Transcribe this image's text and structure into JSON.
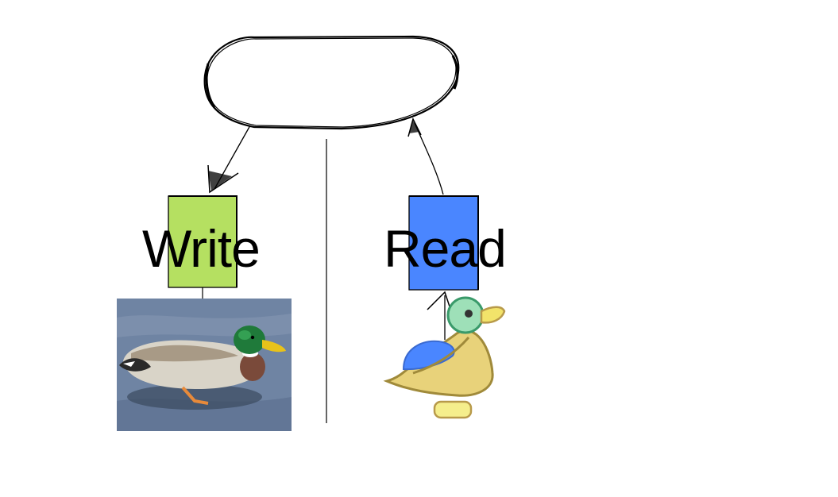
{
  "diagram": {
    "write_label": "Write",
    "read_label": "Read",
    "colors": {
      "write_box": "#b5e061",
      "read_box": "#4a86ff",
      "ink": "#000000",
      "water": "#6a7f9c",
      "cartoon_duck_body": "#e8d27a",
      "cartoon_duck_head": "#9ee0b8",
      "cartoon_duck_wing": "#4a86ff",
      "cartoon_duck_beak": "#f2e36a"
    },
    "icons": {
      "top_node": "rounded-store-shape",
      "photo_duck": "mallard-duck-photo",
      "cartoon_duck": "cartoon-duck-icon"
    }
  }
}
